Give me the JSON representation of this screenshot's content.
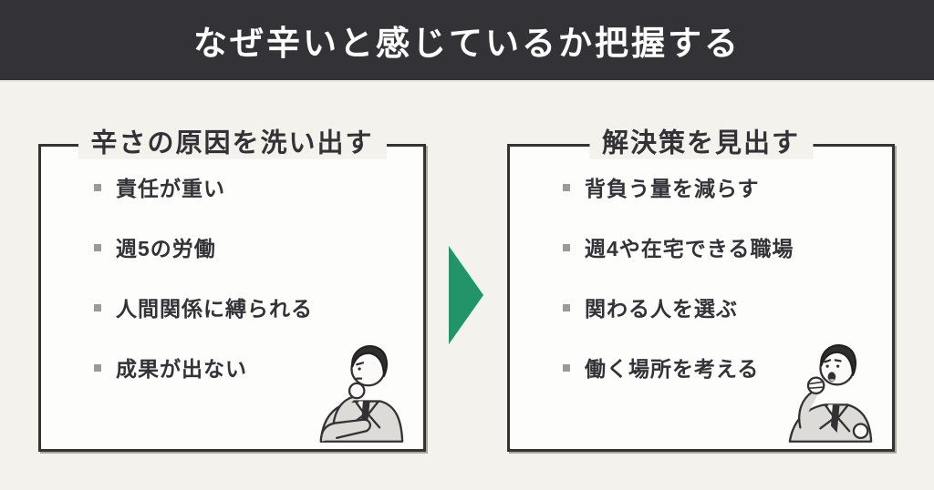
{
  "header": {
    "title": "なぜ辛いと感じているか把握する"
  },
  "panels": [
    {
      "title": "辛さの原因を洗い出す",
      "items": [
        "責任が重い",
        "週5の労働",
        "人間関係に縛られる",
        "成果が出ない"
      ],
      "illustration": "thinking-businessman"
    },
    {
      "title": "解決策を見出す",
      "items": [
        "背負う量を減らす",
        "週4や在宅できる職場",
        "関わる人を選ぶ",
        "働く場所を考える"
      ],
      "illustration": "cheering-businessman"
    }
  ],
  "arrow": {
    "direction": "right",
    "color": "#23936a"
  },
  "colors": {
    "header_bg": "#333237",
    "page_bg": "#f3f2ec",
    "panel_bg": "#fdfdfc",
    "panel_border": "#35342f",
    "bullet": "#9a9a9a",
    "text": "#333237",
    "accent_green": "#23936a"
  }
}
